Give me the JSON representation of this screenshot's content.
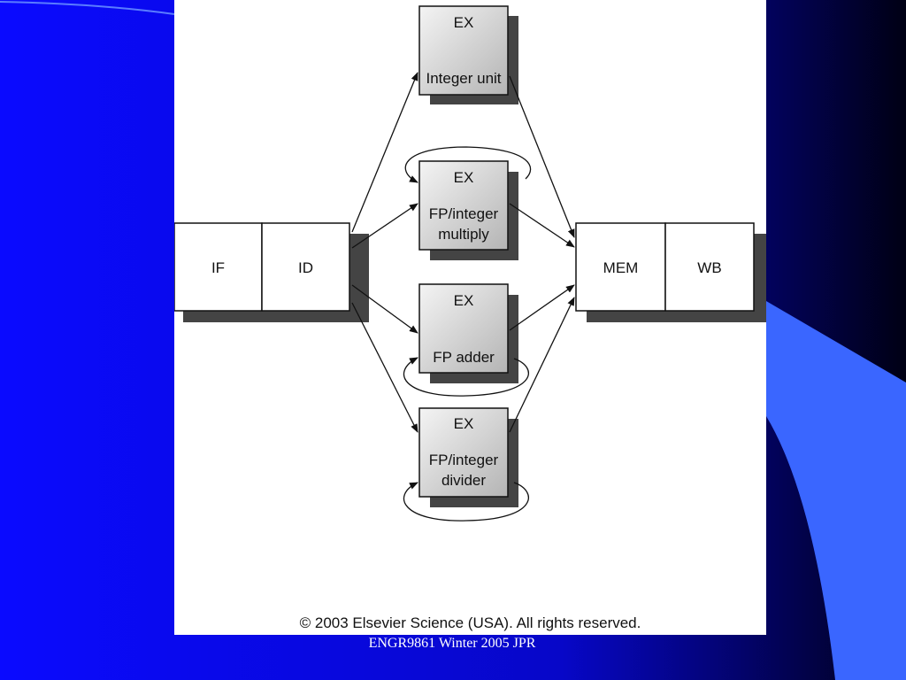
{
  "colors": {
    "slide_blue": "#0a0aff",
    "dark_navy": "#00003a",
    "light_blue_accent": "#3a66ff",
    "box_fill": "#d4d4d4",
    "box_shadow": "#444444"
  },
  "diagram": {
    "if_stage": "IF",
    "id_stage": "ID",
    "mem_stage": "MEM",
    "wb_stage": "WB",
    "ex_integer": {
      "title": "EX",
      "subtitle": "Integer unit"
    },
    "ex_multiply": {
      "title": "EX",
      "subtitle_line1": "FP/integer",
      "subtitle_line2": "multiply"
    },
    "ex_adder": {
      "title": "EX",
      "subtitle": "FP adder"
    },
    "ex_divider": {
      "title": "EX",
      "subtitle_line1": "FP/integer",
      "subtitle_line2": "divider"
    }
  },
  "copyright": "© 2003 Elsevier Science (USA). All rights reserved.",
  "footer": "ENGR9861 Winter 2005 JPR"
}
